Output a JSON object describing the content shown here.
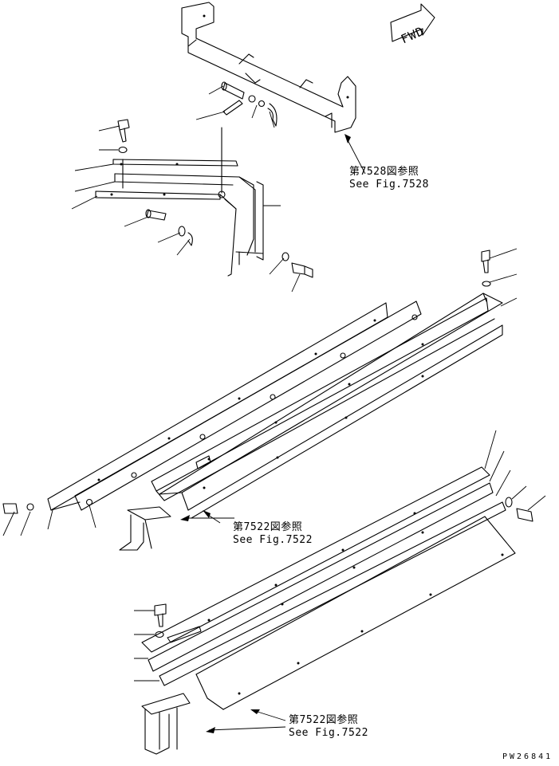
{
  "fwd_indicator": "FWD",
  "references": [
    {
      "ja": "第7528図参照",
      "en": "See Fig.7528"
    },
    {
      "ja": "第7522図参照",
      "en": "See Fig.7522"
    },
    {
      "ja": "第7522図参照",
      "en": "See Fig.7522"
    }
  ],
  "drawing_number": "PW26841"
}
